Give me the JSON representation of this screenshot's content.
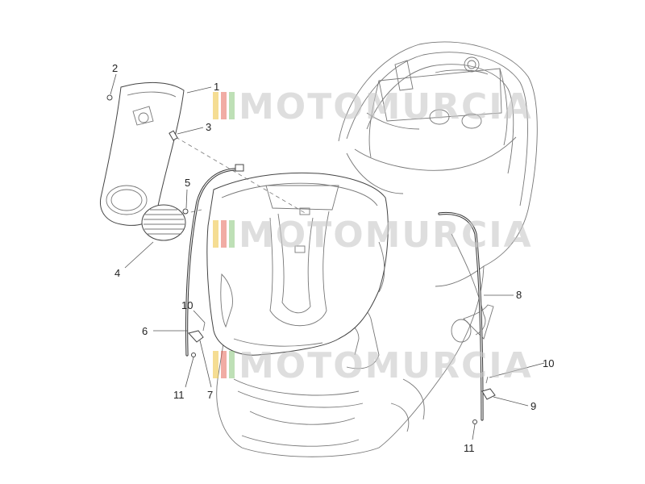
{
  "watermark": {
    "text": "MOTOMURCIA",
    "colors": [
      "#f0c74b",
      "#e35b4c",
      "#7fc26f",
      "#c9c9c9"
    ]
  },
  "callouts": [
    {
      "id": "c1",
      "label": "1"
    },
    {
      "id": "c2",
      "label": "2"
    },
    {
      "id": "c3",
      "label": "3"
    },
    {
      "id": "c4",
      "label": "4"
    },
    {
      "id": "c5",
      "label": "5"
    },
    {
      "id": "c6",
      "label": "6"
    },
    {
      "id": "c7",
      "label": "7"
    },
    {
      "id": "c8",
      "label": "8"
    },
    {
      "id": "c9",
      "label": "9"
    },
    {
      "id": "c10a",
      "label": "10"
    },
    {
      "id": "c10b",
      "label": "10"
    },
    {
      "id": "c11a",
      "label": "11"
    },
    {
      "id": "c11b",
      "label": "11"
    }
  ]
}
